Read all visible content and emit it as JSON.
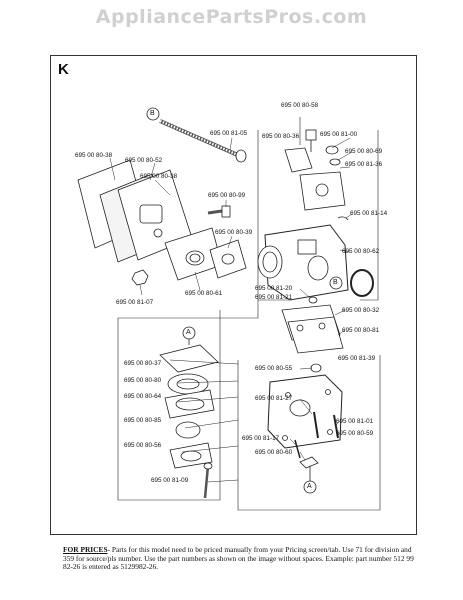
{
  "header": {
    "watermark": "AppliancePartsPros.com"
  },
  "diagram": {
    "section": "K",
    "callouts": {
      "a": "A",
      "b": "B"
    },
    "parts": [
      "695 00 80-58",
      "695 00 81-05",
      "695 00 80-38",
      "695 00 80-52",
      "695 00 80-38",
      "695 00 80-36",
      "695 00 81-00",
      "695 00 80-69",
      "695 00 81-36",
      "695 00 81-14",
      "695 00 80-99",
      "695 00 80-39",
      "695 00 80-62",
      "695 00 80-61",
      "695 00 81-07",
      "695 00 81-20",
      "695 00 81-21",
      "695 00 80-32",
      "695 00 80-81",
      "695 00 81-39",
      "695 00 80-37",
      "695 00 80-80",
      "695 00 80-64",
      "695 00 80-85",
      "695 00 80-55",
      "695 00 80-56",
      "695 00 81-27",
      "695 00 81-01",
      "695 00 80-59",
      "695 00 81-17",
      "695 00 80-60",
      "695 00 81-09"
    ]
  },
  "footer": {
    "heading": "FOR PRICES",
    "text": "- Parts for this model need to be priced manually from your Pricing screen/tab. Use 71 for division and 359 for source/pls number.  Use the part numbers as shown on the image without spaces.  Example: part number 512 99 82-26 is entered as 5129982-26."
  }
}
